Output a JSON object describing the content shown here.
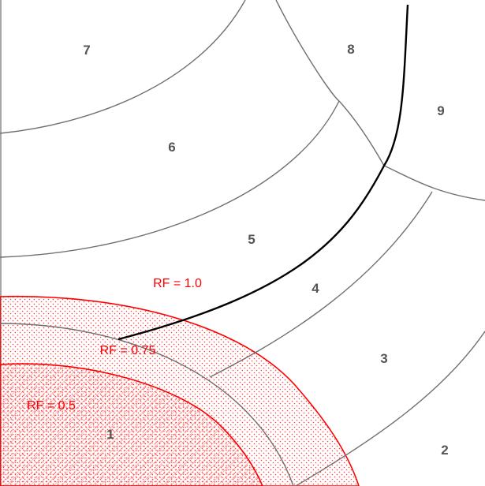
{
  "zones": [
    "1",
    "2",
    "3",
    "4",
    "5",
    "6",
    "7",
    "8",
    "9"
  ],
  "rf_labels": [
    "RF = 1.0",
    "RF = 0.75",
    "RF = 0.5"
  ],
  "colors": {
    "background": "#ffffff",
    "boundary_gray": "#707070",
    "boundary_black": "#000000",
    "rf_red": "#ff0000",
    "zone_text": "#555555"
  }
}
